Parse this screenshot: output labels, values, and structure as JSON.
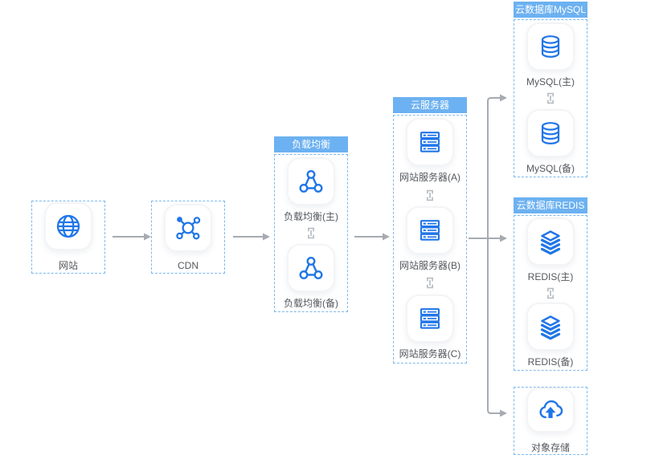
{
  "nodes": {
    "website": {
      "label": "网站",
      "icon": "globe-icon"
    },
    "cdn": {
      "label": "CDN",
      "icon": "network-hub-icon"
    },
    "slb_primary": {
      "label": "负载均衡(主)",
      "icon": "load-balancer-icon"
    },
    "slb_backup": {
      "label": "负载均衡(备)",
      "icon": "load-balancer-icon"
    },
    "server_a": {
      "label": "网站服务器(A)",
      "icon": "server-rack-icon"
    },
    "server_b": {
      "label": "网站服务器(B)",
      "icon": "server-rack-icon"
    },
    "server_c": {
      "label": "网站服务器(C)",
      "icon": "server-rack-icon"
    },
    "mysql_primary": {
      "label": "MySQL(主)",
      "icon": "database-icon"
    },
    "mysql_backup": {
      "label": "MySQL(备)",
      "icon": "database-icon"
    },
    "redis_primary": {
      "label": "REDIS(主)",
      "icon": "layers-icon"
    },
    "redis_backup": {
      "label": "REDIS(备)",
      "icon": "layers-icon"
    },
    "object_storage": {
      "label": "对象存储",
      "icon": "cloud-upload-icon"
    }
  },
  "groups": {
    "load_balancer": {
      "title": "负载均衡"
    },
    "cloud_server": {
      "title": "云服务器"
    },
    "mysql": {
      "title": "云数据库MySQL"
    },
    "redis": {
      "title": "云数据库REDIS"
    }
  },
  "colors": {
    "group_header_bg": "#6cb1f1",
    "dashed_border": "#7db9ee",
    "icon_blue": "#2176e8",
    "arrow_gray": "#a6abb2",
    "link_icon_gray": "#b7bdc4",
    "label_text": "#54585e"
  }
}
